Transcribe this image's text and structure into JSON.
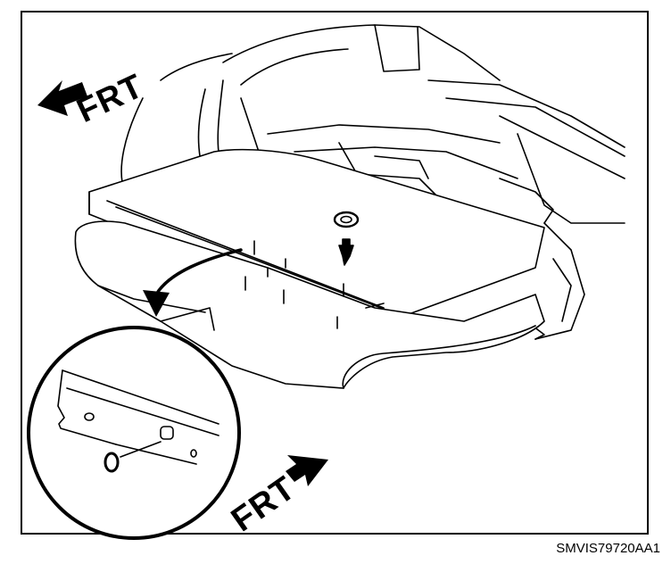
{
  "diagram": {
    "front_label_top": "FRT",
    "front_label_bottom": "FRT",
    "figure_code": "SMVIS79720AA1"
  }
}
